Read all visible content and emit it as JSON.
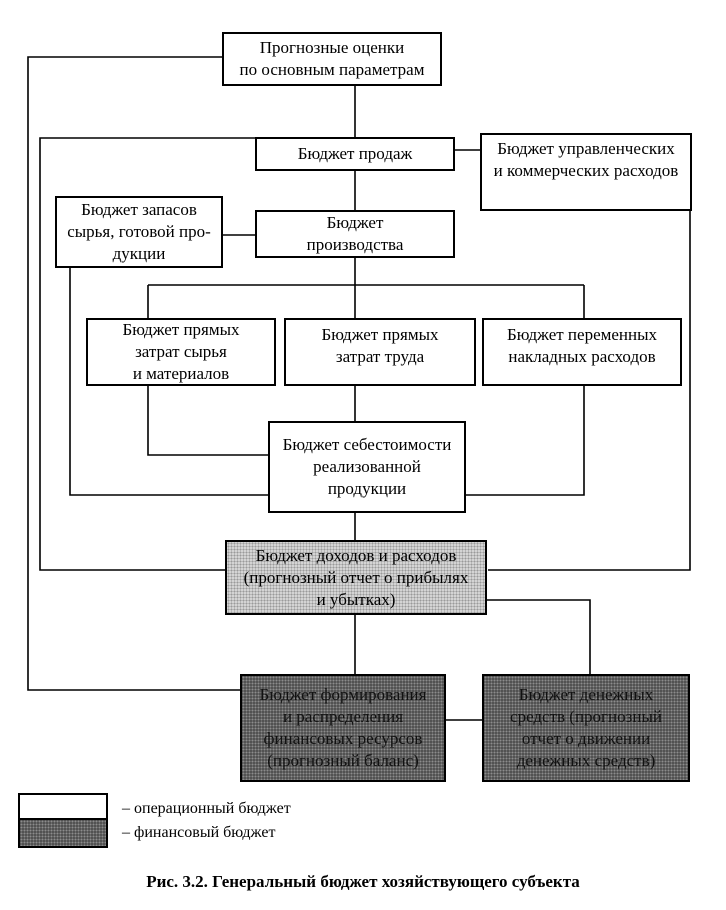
{
  "boxes": {
    "forecast": "Прогнозные оценки\nпо основным параметрам",
    "sales": "Бюджет продаж",
    "admin": "Бюджет управленческих\nи коммерческих расходов",
    "inventory": "Бюджет запасов\nсырья, готовой про-\nдукции",
    "production": "Бюджет\nпроизводства",
    "materials": "Бюджет прямых\nзатрат сырья\nи материалов",
    "labor": "Бюджет прямых\nзатрат труда",
    "overhead": "Бюджет переменных\nнакладных расходов",
    "cost": "Бюджет себестоимости\nреализованной\nпродукции",
    "income": "Бюджет доходов и расходов\n(прогнозный отчет о прибылях\nи убытках)",
    "finance": "Бюджет формирования\nи распределения\nфинансовых ресурсов\n(прогнозный баланс)",
    "cash": "Бюджет денежных\nсредств (прогнозный\nотчет о движении\nденежных средств)"
  },
  "legend": {
    "operational": "– операционный бюджет",
    "financial": "– финансовый бюджет"
  },
  "caption": "Рис. 3.2. Генеральный бюджет хозяйствующего субъекта",
  "colors": {
    "operational": "#ffffff",
    "light_financial": "#d4d4d4",
    "dark_financial": "#4a4a4a"
  }
}
